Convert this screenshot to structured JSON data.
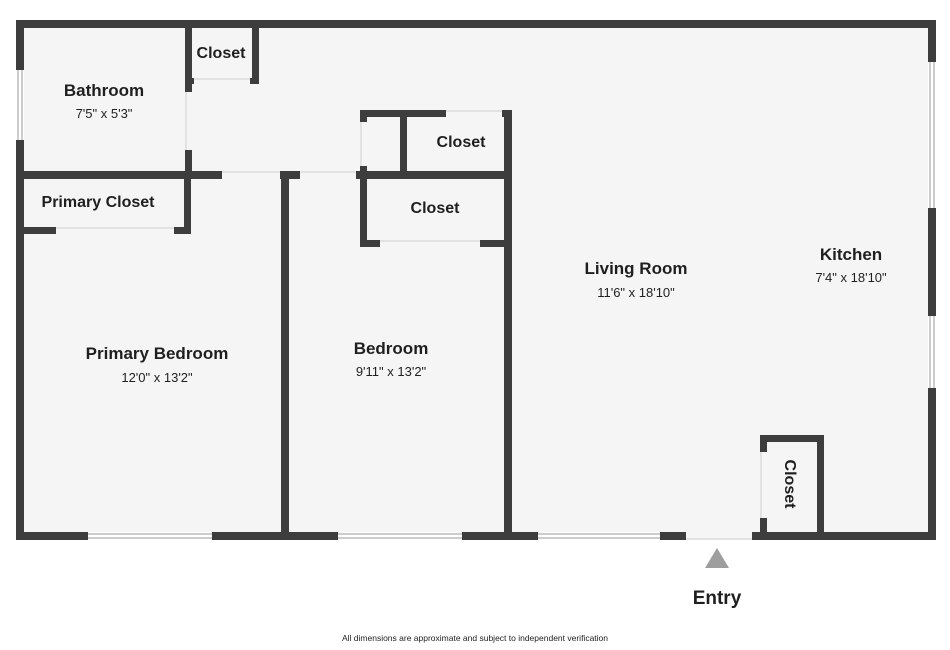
{
  "rooms": {
    "bathroom": {
      "name": "Bathroom",
      "dims": "7'5\" x 5'3\""
    },
    "closet_top": {
      "name": "Closet"
    },
    "closet_mid_upper": {
      "name": "Closet"
    },
    "closet_mid_lower": {
      "name": "Closet"
    },
    "primary_closet": {
      "name": "Primary Closet"
    },
    "primary_bedroom": {
      "name": "Primary Bedroom",
      "dims": "12'0\" x 13'2\""
    },
    "bedroom": {
      "name": "Bedroom",
      "dims": "9'11\" x 13'2\""
    },
    "living_room": {
      "name": "Living Room",
      "dims": "11'6\" x 18'10\""
    },
    "kitchen": {
      "name": "Kitchen",
      "dims": "7'4\" x 18'10\""
    },
    "closet_entry": {
      "name": "Closet"
    }
  },
  "entry": {
    "label": "Entry"
  },
  "footer": {
    "disclaimer": "All dimensions are approximate and subject to independent verification"
  },
  "colors": {
    "wall": "#3d3d3d",
    "floor": "#f5f5f5",
    "entry_marker": "#9e9e9e"
  }
}
